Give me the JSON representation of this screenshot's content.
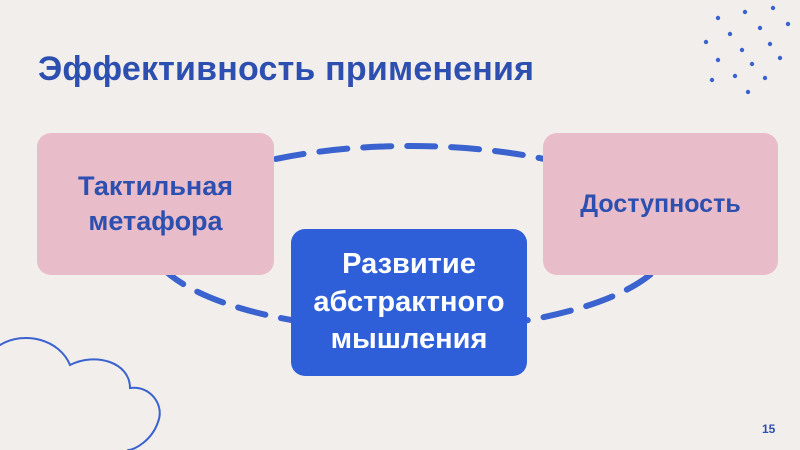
{
  "slide": {
    "title": "Эффективность применения",
    "page_number": "15"
  },
  "boxes": {
    "left": {
      "line1": "Тактильная",
      "line2": "метафора"
    },
    "right": {
      "line1": "Доступность"
    },
    "center": {
      "line1": "Развитие",
      "line2": "абстрактного",
      "line3": "мышления"
    }
  },
  "colors": {
    "title": "#2d4fb0",
    "pink_box": "#e8bcc8",
    "blue_box": "#2f5fd8",
    "dashed_ring": "#3b63cf",
    "background": "#f2eeeb"
  }
}
